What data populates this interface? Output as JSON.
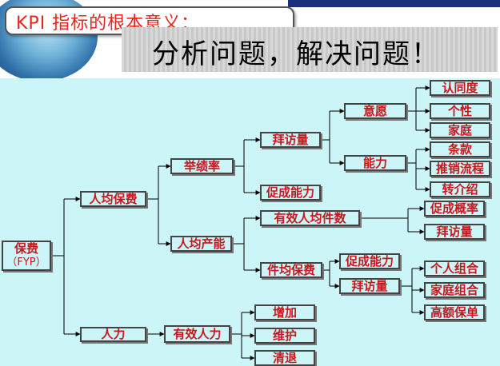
{
  "header": {
    "title": "KPI 指标的根本意义：",
    "slogan": "分析问题，解决问题！"
  },
  "tree": {
    "root": {
      "label": "保费",
      "sublabel": "（FYP）"
    },
    "n_renjun_baofei": "人均保费",
    "n_renli": "人力",
    "n_juji": "举绩率",
    "n_renjun_chanzheng": "人均产能",
    "n_youxiao_renli": "有效人力",
    "n_baifangliang_1": "拜访量",
    "n_cucheng_1": "促成能力",
    "n_yixiang": "意愿",
    "n_nengli": "能力",
    "n_rentongdu": "认同度",
    "n_gexing": "个性",
    "n_jiating": "家庭",
    "n_tiaokuan": "条款",
    "n_tuixiao": "推销流程",
    "n_zhuanjieshao": "转介绍",
    "n_youxiao_renjun_jianshu": "有效人均件数",
    "n_cucheng_gailv": "促成概率",
    "n_baifangliang_2": "拜访量",
    "n_jianjun_baofei": "件均保费",
    "n_cucheng_2": "促成能力",
    "n_baifangliang_3": "拜访量",
    "n_geren_zuhe": "个人组合",
    "n_jiating_zuhe": "家庭组合",
    "n_gaoe_baodan": "高额保单",
    "n_zengjia": "增加",
    "n_weihu": "维护",
    "n_qingtui": "清退"
  },
  "colors": {
    "background": "#ccf5f8",
    "node_text": "#c8161d",
    "title_text": "#e8231b",
    "accent_bar": "#1a2e7a"
  }
}
